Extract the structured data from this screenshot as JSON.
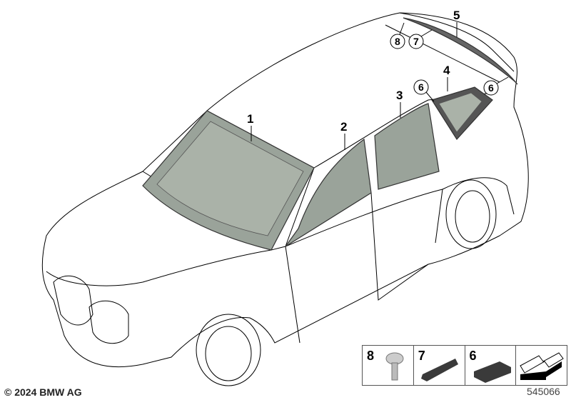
{
  "callouts": {
    "windscreen": "1",
    "front_door_window": "2",
    "rear_door_window": "3",
    "side_window_rear": "4",
    "rear_window": "5",
    "pad_left": "6",
    "pad_right": "6",
    "wedge": "7",
    "screw": "8"
  },
  "legend": {
    "items": [
      {
        "number": "8",
        "icon": "screw-icon"
      },
      {
        "number": "7",
        "icon": "wedge-pad-icon"
      },
      {
        "number": "6",
        "icon": "block-pad-icon"
      },
      {
        "number": "",
        "icon": "direction-arrow-icon"
      }
    ]
  },
  "footer": {
    "copyright": "© 2024 BMW AG",
    "diagram_id": "545066"
  },
  "colors": {
    "glass": "#9aa39a",
    "pad": "#3a3a3a"
  }
}
